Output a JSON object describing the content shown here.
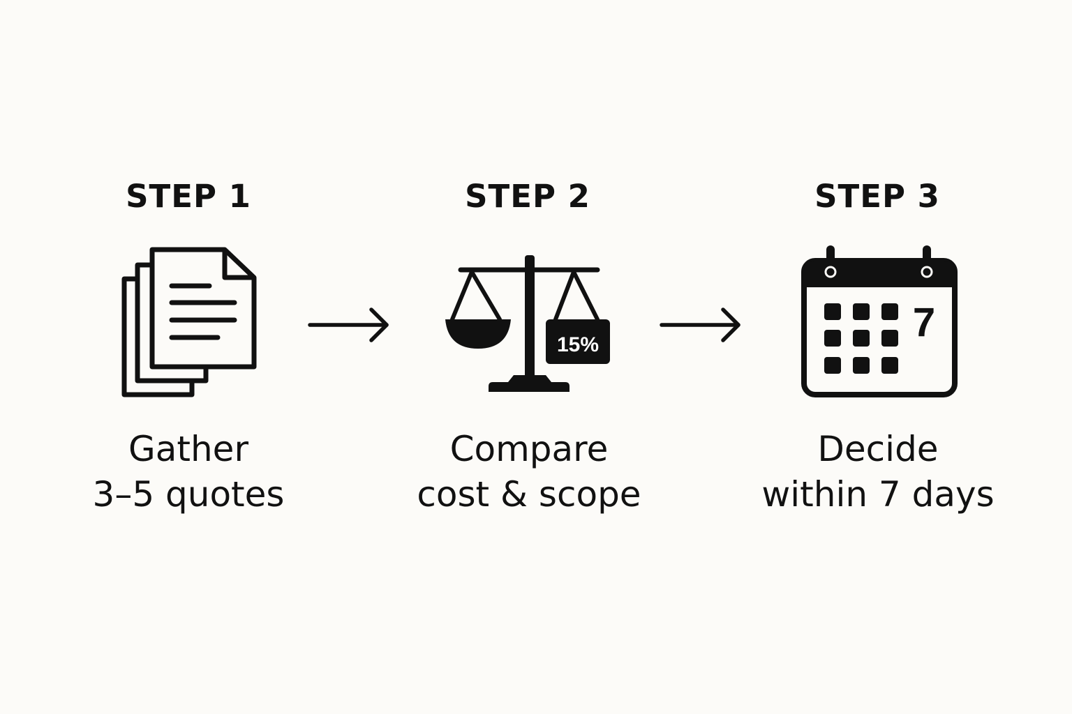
{
  "steps": [
    {
      "title": "STEP 1",
      "caption_line1": "Gather",
      "caption_line2": "3–5 quotes",
      "icon": "documents-icon"
    },
    {
      "title": "STEP 2",
      "caption_line1": "Compare",
      "caption_line2": "cost & scope",
      "icon": "balance-scale-icon",
      "badge": "15%"
    },
    {
      "title": "STEP 3",
      "caption_line1": "Decide",
      "caption_line2": "within 7 days",
      "icon": "calendar-icon",
      "calendar_day": "7"
    }
  ],
  "arrows": [
    "arrow-right-icon",
    "arrow-right-icon"
  ],
  "colors": {
    "background": "#fcfbf8",
    "ink": "#111111"
  }
}
